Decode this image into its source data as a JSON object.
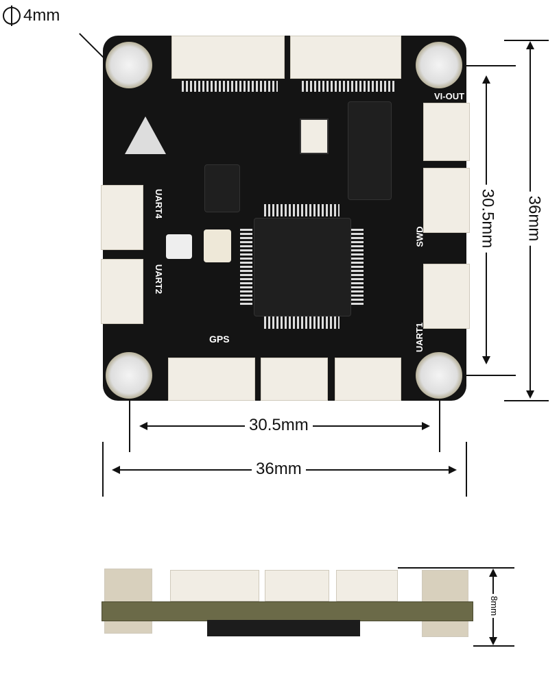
{
  "hole": {
    "symbol": "⌀",
    "label": "4mm"
  },
  "board_labels": {
    "vi_out": "VI-OUT",
    "uart4": "UART4",
    "uart2": "UART2",
    "gps": "GPS",
    "swd": "SWD",
    "uart1": "UART1"
  },
  "dimensions": {
    "mount_width": "30.5mm",
    "board_width": "36mm",
    "mount_height": "30.5mm",
    "board_height": "36mm",
    "thickness": "8mm"
  },
  "colors": {
    "board": "#141414",
    "connector": "#f1ede4",
    "side_pcb": "#6b6a48"
  }
}
